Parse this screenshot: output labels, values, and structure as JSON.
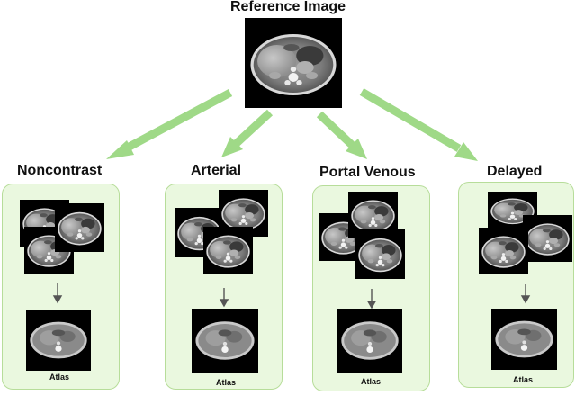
{
  "reference": {
    "title": "Reference Image"
  },
  "phases": [
    {
      "title": "Noncontrast",
      "atlas_label": "Atlas"
    },
    {
      "title": "Arterial",
      "atlas_label": "Atlas"
    },
    {
      "title": "Portal Venous",
      "atlas_label": "Atlas"
    },
    {
      "title": "Delayed",
      "atlas_label": "Atlas"
    }
  ],
  "colors": {
    "arrow": "#9fd987",
    "panel_fill": "#eaf8df",
    "panel_border": "#b7dd9a",
    "scan_bg": "#000000"
  }
}
